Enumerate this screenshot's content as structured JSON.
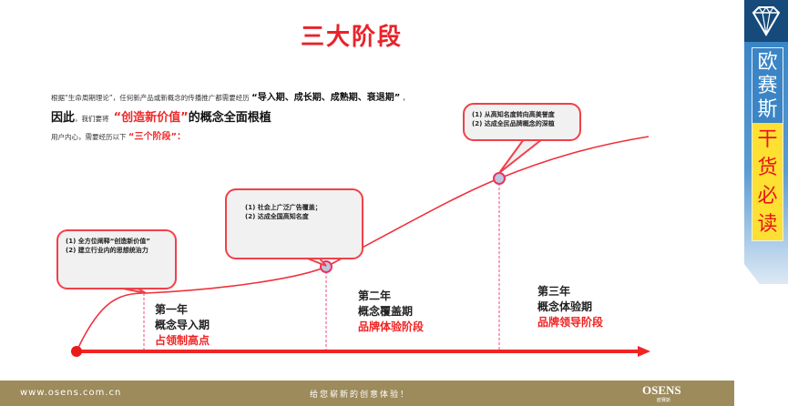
{
  "title": "三大阶段",
  "intro": {
    "line1_prefix": "根据“生命周期理论”，任何新产品或新概念的传播推广都需要经历",
    "line1_highlight": "“导入期、成长期、成熟期、衰退期”",
    "line1_suffix": "，",
    "line2_lead": "因此",
    "line2_small": "，我们要将",
    "line2_highlight": "“创造新价值”",
    "line2_suffix": "的概念全面根植",
    "line3_prefix": "用户内心，需要经历以下",
    "line3_highlight": "“三个阶段”：",
    "accent_color": "#ee2a2a"
  },
  "callouts": [
    {
      "items": [
        "(1) 全方位阐释“创造新价值”",
        "(2) 建立行业内的思想统治力"
      ]
    },
    {
      "items": [
        "(1) 社会上广泛广告覆盖；",
        "(2) 达成全国高知名度"
      ]
    },
    {
      "items": [
        "(1) 从高知名度转向高美誉度",
        "(2) 达成全民品牌概念的深植"
      ]
    }
  ],
  "stages": [
    {
      "year": "第一年",
      "phase": "概念导入期",
      "goal": "占领制高点"
    },
    {
      "year": "第二年",
      "phase": "概念覆盖期",
      "goal": "品牌体验阶段"
    },
    {
      "year": "第三年",
      "phase": "概念体验期",
      "goal": "品牌领导阶段"
    }
  ],
  "footer": {
    "url": "www.osens.com.cn",
    "slogan": "给您崭新的创意体验！",
    "logo": "OSENS",
    "logo_sub": "欧赛斯"
  },
  "sidebar": {
    "icon": "diamond-icon",
    "brand": [
      "欧",
      "赛",
      "斯"
    ],
    "tag": [
      "干",
      "货",
      "必",
      "读"
    ]
  }
}
